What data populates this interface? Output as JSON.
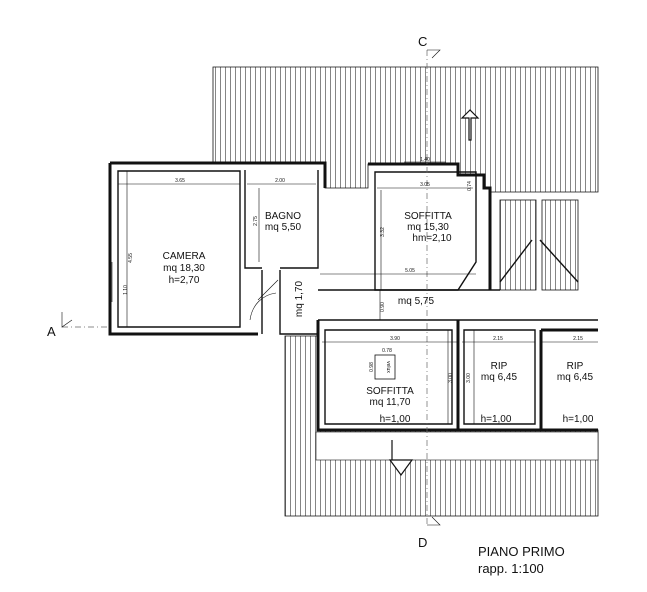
{
  "sections": {
    "a": "A",
    "c": "C",
    "d": "D"
  },
  "rooms": {
    "camera": {
      "name": "CAMERA",
      "area": "mq 18,30",
      "height": "h=2,70"
    },
    "bagno": {
      "name": "BAGNO",
      "area": "mq 5,50"
    },
    "soffitta_top": {
      "name": "SOFFITTA",
      "area": "mq 15,30",
      "height": "hm=2,10"
    },
    "corridor": {
      "area": "mq 5,75"
    },
    "landing": {
      "area": "mq 1,70"
    },
    "soffitta_bottom": {
      "name": "SOFFITTA",
      "area": "mq 11,70",
      "height": "h=1,00",
      "velux": "velux"
    },
    "rip1": {
      "name": "RIP",
      "area": "mq 6,45",
      "height": "h=1,00"
    },
    "rip2": {
      "name": "RIP",
      "area": "mq 6,45",
      "height": "h=1,00"
    }
  },
  "dimensions": {
    "camera_w": "3.65",
    "camera_h": "4.55",
    "camera_window": "1.10",
    "bagno_w": "2.00",
    "bagno_h": "2.75",
    "soffitta_top_w": "3.05",
    "soffitta_top_window": "1.40",
    "soffitta_top_h": "3.32",
    "soffitta_top_small": "0.74",
    "corridor_w": "5.05",
    "corridor_h": "0.90",
    "soffitta_bottom_w": "3.90",
    "soffitta_bottom_h": "3.00",
    "velux_w": "0.78",
    "velux_h": "0.98",
    "rip1_w": "2.15",
    "rip1_h": "3.00",
    "rip2_w": "2.15"
  },
  "caption": {
    "title": "PIANO PRIMO",
    "scale": "rapp. 1:100"
  }
}
